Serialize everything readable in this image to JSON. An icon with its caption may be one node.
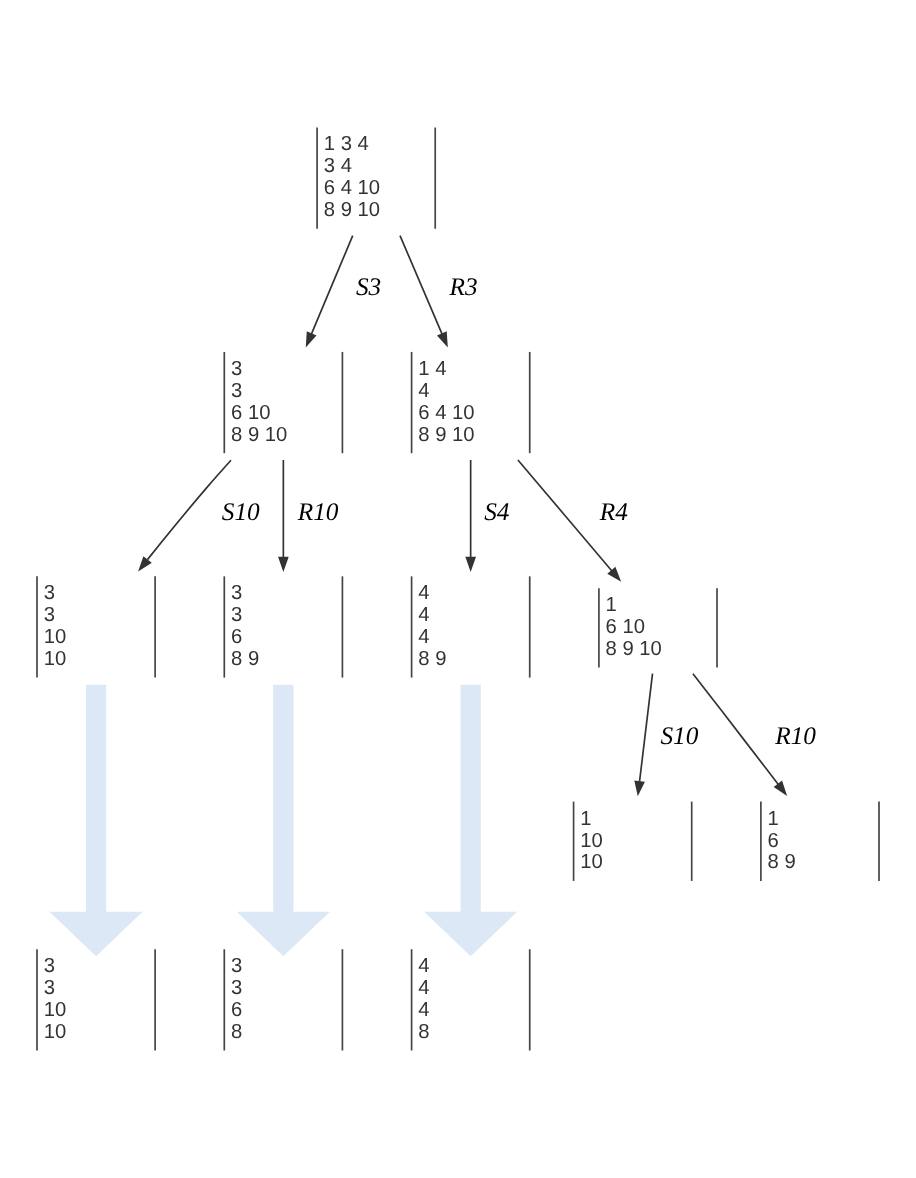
{
  "diagram": {
    "nodes": [
      {
        "text": [
          "1 3 4",
          "3 4",
          "6 4 10",
          "8 9 10"
        ]
      },
      {
        "text": [
          "3",
          "3",
          "6 10",
          "8 9 10"
        ]
      },
      {
        "text": [
          "1 4",
          "4",
          "6 4 10",
          "8 9 10"
        ]
      },
      {
        "text": [
          "3",
          "3",
          "10",
          "10"
        ]
      },
      {
        "text": [
          "3",
          "3",
          "6",
          "8 9"
        ]
      },
      {
        "text": [
          "4",
          "4",
          "4",
          "8 9"
        ]
      },
      {
        "text": [
          "1",
          "6 10",
          "8 9 10"
        ]
      },
      {
        "text": [
          "1",
          "10",
          "10"
        ]
      },
      {
        "text": [
          "1",
          "6",
          "8 9"
        ]
      },
      {
        "text": [
          "3",
          "3",
          "10",
          "10"
        ]
      },
      {
        "text": [
          "3",
          "3",
          "6",
          "8"
        ]
      },
      {
        "text": [
          "4",
          "4",
          "4",
          "8"
        ]
      }
    ],
    "edges": [
      {
        "from": 0,
        "to": 1,
        "arrow": "to",
        "label": "S3"
      },
      {
        "from": 0,
        "to": 2,
        "arrow": "to",
        "label": "R3"
      },
      {
        "from": 1,
        "to": 3,
        "arrow": "to",
        "label": "S10"
      },
      {
        "from": 1,
        "to": 4,
        "arrow": "to",
        "label": "R10"
      },
      {
        "from": 2,
        "to": 5,
        "arrow": "to",
        "label": "S4"
      },
      {
        "from": 2,
        "to": 6,
        "arrow": "to",
        "label": "R4"
      },
      {
        "from": 6,
        "to": 7,
        "arrow": "to",
        "label": "S10"
      },
      {
        "from": 6,
        "to": 8,
        "arrow": "to",
        "label": "R10"
      },
      {
        "from": 3,
        "to": 9,
        "arrow": "to",
        "style": "thick",
        "color": "#dce8f5"
      },
      {
        "from": 4,
        "to": 10,
        "arrow": "to",
        "style": "thick",
        "color": "#dce8f5"
      },
      {
        "from": 5,
        "to": 11,
        "arrow": "to",
        "style": "thick",
        "color": "#dce8f5"
      }
    ]
  }
}
